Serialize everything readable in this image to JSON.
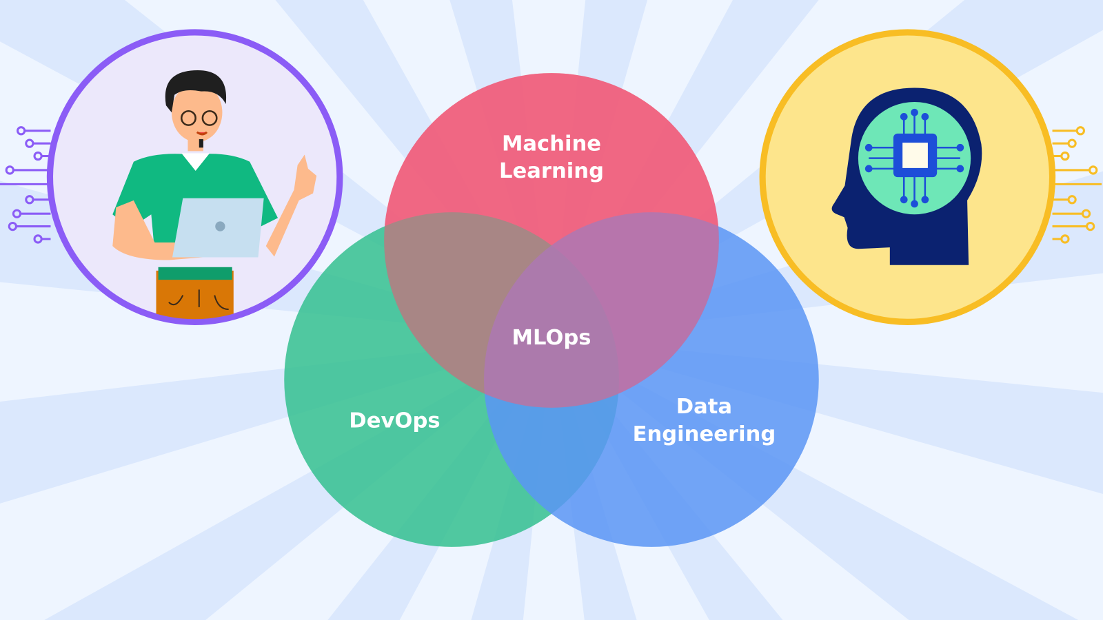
{
  "venn": {
    "sets": [
      {
        "label_lines": [
          "Machine",
          "Learning"
        ],
        "color": "#f0607e"
      },
      {
        "label_lines": [
          "DevOps"
        ],
        "color": "#34c08f"
      },
      {
        "label_lines": [
          "Data",
          "Engineering"
        ],
        "color": "#5b95f5"
      }
    ],
    "center_label": "MLOps"
  },
  "illustrations": {
    "left": {
      "icon": "developer-with-laptop-icon",
      "ring_color": "#8b5cf6",
      "fill_color": "#ece8fb"
    },
    "right": {
      "icon": "ai-brain-chip-icon",
      "ring_color": "#f8bd24",
      "fill_color": "#fde58c"
    }
  },
  "background": {
    "base": "#eef5ff",
    "ray": "#dbe8fd"
  }
}
